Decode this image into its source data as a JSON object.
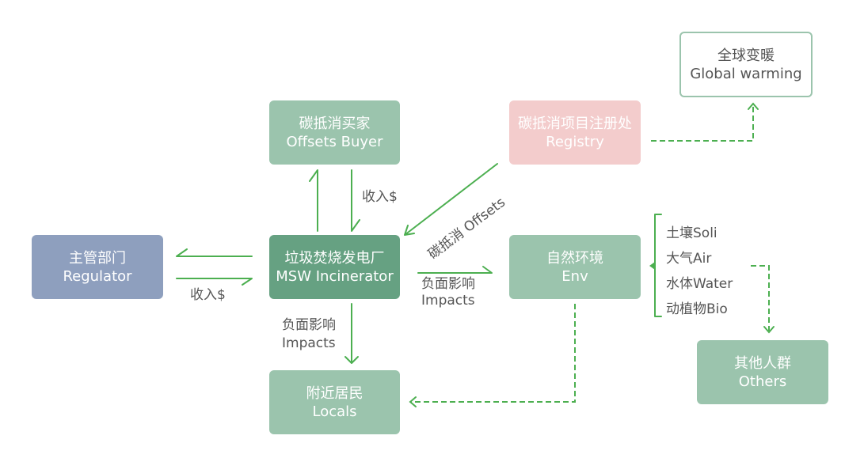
{
  "colors": {
    "arrow": "#4caf50",
    "box_light": "#9bc4ad",
    "box_dark": "#66a182",
    "box_regulator": "#8e9fbe",
    "box_registry": "#f3cccc",
    "text": "#555555"
  },
  "nodes": {
    "offsets_buyer": {
      "zh": "碳抵消买家",
      "en": "Offsets Buyer"
    },
    "registry": {
      "zh": "碳抵消项目注册处",
      "en": "Registry"
    },
    "global_warming": {
      "zh": "全球变暖",
      "en": "Global warming"
    },
    "regulator": {
      "zh": "主管部门",
      "en": "Regulator"
    },
    "incinerator": {
      "zh": "垃圾焚烧发电厂",
      "en": "MSW Incinerator"
    },
    "env": {
      "zh": "自然环境",
      "en": "Env"
    },
    "locals": {
      "zh": "附近居民",
      "en": "Locals"
    },
    "others": {
      "zh": "其他人群",
      "en": "Others"
    }
  },
  "edge_labels": {
    "buyer_income": "收入$",
    "regulator_income": "收入$",
    "offsets": "碳抵消 Offsets",
    "env_impacts": {
      "zh": "负面影响",
      "en": "Impacts"
    },
    "locals_impacts": {
      "zh": "负面影响",
      "en": "Impacts"
    }
  },
  "env_components": [
    "土壤Soli",
    "大气Air",
    "水体Water",
    "动植物Bio"
  ]
}
